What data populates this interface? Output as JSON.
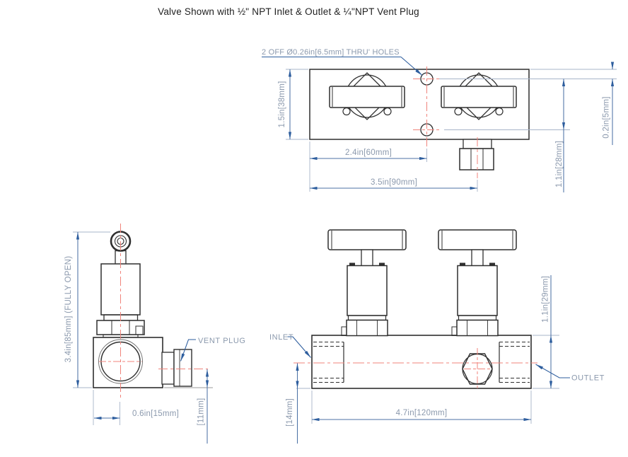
{
  "title": "Valve Shown with ½\" NPT Inlet & Outlet & ¼\"NPT Vent Plug",
  "colors": {
    "background": "#ffffff",
    "part_line": "#2f2f2f",
    "centerline": "#f0837b",
    "dimension_line": "#4d72a5",
    "extension_line": "#a7b4c9",
    "leader_line": "#2e5e9e",
    "dimension_text": "#8b99ad",
    "title_text": "#1f1f1f"
  },
  "top_view": {
    "thru_holes_note": "2 OFF Ø0.26in[6.5mm] THRU' HOLES",
    "dim_plate_depth": "1.5in[38mm]",
    "dim_hole_offset": "2.4in[60mm]",
    "dim_vent_offset": "3.5in[90mm]",
    "dim_hole_to_edge": "0.2in[5mm]",
    "dim_hole_spacing": "1.1in[28mm]"
  },
  "side_view": {
    "vent_plug_label": "VENT PLUG",
    "dim_full_open_height": "3.4in[85mm] (FULLY OPEN)",
    "dim_edge_to_center": "0.6in[15mm]",
    "dim_vent_to_base": "[11mm]"
  },
  "front_view": {
    "inlet_label": "INLET",
    "outlet_label": "OUTLET",
    "dim_body_height": "1.1in[29mm]",
    "dim_overall_length": "4.7in[120mm]",
    "dim_center_to_base": "[14mm]"
  }
}
